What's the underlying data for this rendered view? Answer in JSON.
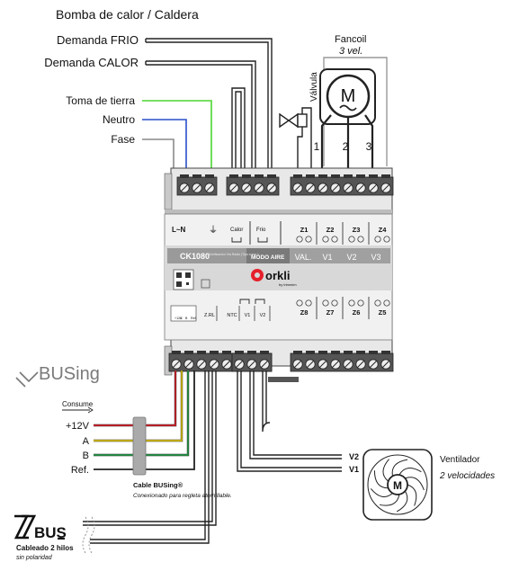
{
  "title": "Bomba de calor / Caldera",
  "inputs": {
    "demanda_frio": "Demanda FRIO",
    "demanda_calor": "Demanda CALOR",
    "toma_tierra": "Toma de tierra",
    "neutro": "Neutro",
    "fase": "Fase"
  },
  "valvula": "Válvula",
  "fancoil": {
    "title": "Fancoil",
    "subtitle": "3 vel.",
    "motor_letter": "M",
    "speeds": [
      "1",
      "2",
      "3"
    ]
  },
  "device": {
    "model": "CK1080",
    "model_desc": "Zonificación Vía Radio (Tipo comp.)",
    "brand": "orkli",
    "brand_sub": "by trimmim",
    "modo_aire": "MODO AIRE",
    "top_zones": [
      "Z1",
      "Z2",
      "Z3",
      "Z4"
    ],
    "bottom_zones": [
      "Z8",
      "Z7",
      "Z6",
      "Z5"
    ],
    "mode_labels": [
      "VAL.",
      "V1",
      "V2",
      "V3"
    ],
    "top_terms": {
      "ln": "L~N",
      "tierra": "⏚",
      "calor": "Calor",
      "frio": "Frio"
    },
    "bottom_terms": [
      "Z.RL",
      "NTC",
      "V1",
      "V2"
    ],
    "bus_terms": [
      "+12V",
      "A",
      "B",
      "Ref."
    ]
  },
  "busing": {
    "logo": "BUSing",
    "consume": "Consume",
    "lines": [
      "+12V",
      "A",
      "B",
      "Ref."
    ],
    "cable_title": "Cable BUSing®",
    "cable_desc": "Conexionado para regleta atornillable."
  },
  "zbus": {
    "logo": "BUS",
    "title": "Cableado 2 hilos",
    "subtitle": "sin polaridad"
  },
  "ventilador": {
    "title": "Ventilador",
    "subtitle": "2 velocidades",
    "motor_letter": "M",
    "lines": [
      "V2",
      "V1"
    ]
  },
  "colors": {
    "red": "#e5202a",
    "yellow": "#f0d400",
    "green": "#25a34a",
    "lime": "#4bd630",
    "blue": "#2a4fc9",
    "gray": "#8a8a8a"
  }
}
